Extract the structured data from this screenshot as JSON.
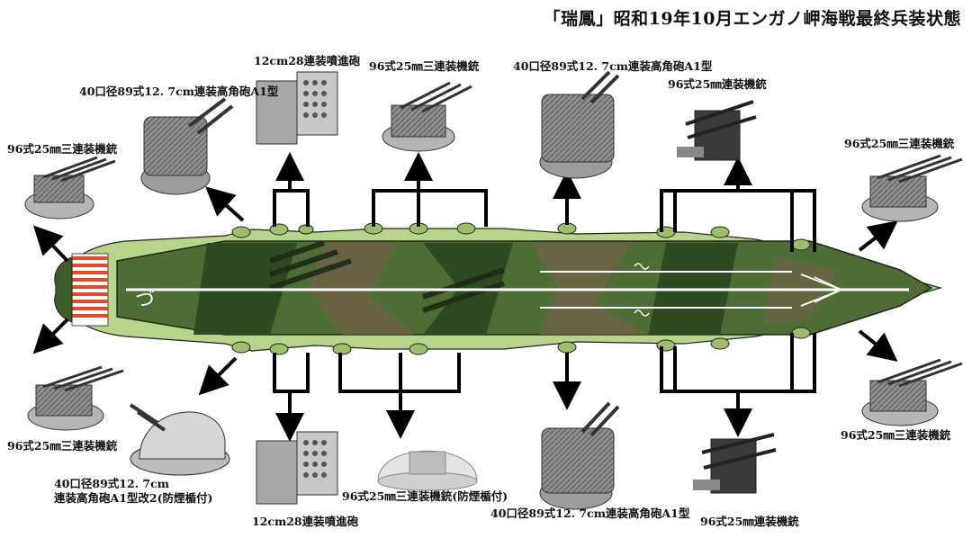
{
  "title": "「瑞鳳」昭和19年10月エンガノ岬海戦最終兵装状態",
  "callouts": {
    "top_left_aa": "96式25㎜三連装機銃",
    "top_hagun_left": "40口径89式12. 7cm連装高角砲A1型",
    "top_rocket": "12cm28連装噴進砲",
    "top_center_aa": "96式25㎜三連装機銃",
    "top_hagun_right": "40口径89式12. 7cm連装高角砲A1型",
    "top_twin_aa": "96式25㎜連装機銃",
    "top_right_aa": "96式25㎜三連装機銃",
    "bottom_left_aa": "96式25㎜三連装機銃",
    "bottom_hagun_left_line1": "40口径89式12. 7cm",
    "bottom_hagun_left_line2": "連装高角砲A1型改2(防煙楯付)",
    "bottom_rocket": "12cm28連装噴進砲",
    "bottom_center_aa": "96式25㎜三連装機銃(防煙楯付)",
    "bottom_hagun_right": "40口径89式12. 7cm連装高角砲A1型",
    "bottom_twin_aa": "96式25㎜連装機銃",
    "bottom_right_aa": "96式25㎜三連装機銃"
  },
  "deck_marking": "づ",
  "colors": {
    "deck_dark": "#2f4a22",
    "deck_mid": "#4e6d34",
    "camo_brown": "#6f6248",
    "hull_light": "#a8c87a",
    "stripe_red": "#e24a2a",
    "line_white": "#ffffff",
    "arrow": "#000000"
  }
}
